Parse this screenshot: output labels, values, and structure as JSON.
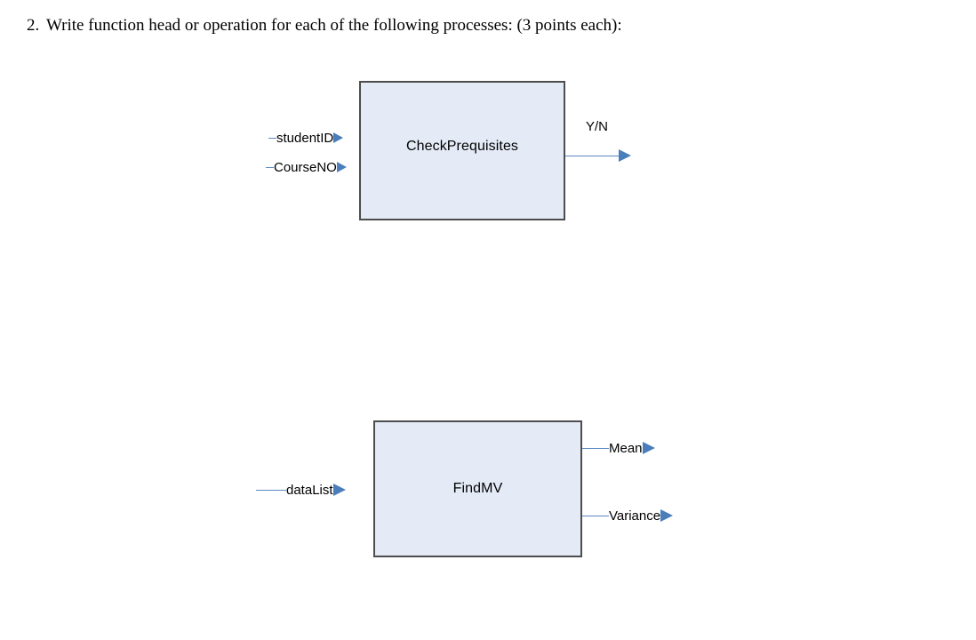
{
  "question": {
    "number": "2.",
    "text": "Write function head or operation for each of the following processes: (3 points each):"
  },
  "colors": {
    "box_fill": "#e4ebf6",
    "box_border": "#4d4d4d",
    "arrow": "#4a7ebb",
    "line": "#5b89c4",
    "text": "#000000",
    "background": "#ffffff"
  },
  "diagrams": [
    {
      "id": "check-prequisites",
      "process_name": "CheckPrequisites",
      "inputs": [
        {
          "label": "studentID"
        },
        {
          "label": "CourseNO"
        }
      ],
      "outputs": [
        {
          "label": "Y/N"
        }
      ]
    },
    {
      "id": "find-mv",
      "process_name": "FindMV",
      "inputs": [
        {
          "label": "dataList"
        }
      ],
      "outputs": [
        {
          "label": "Mean"
        },
        {
          "label": "Variance"
        }
      ]
    }
  ]
}
